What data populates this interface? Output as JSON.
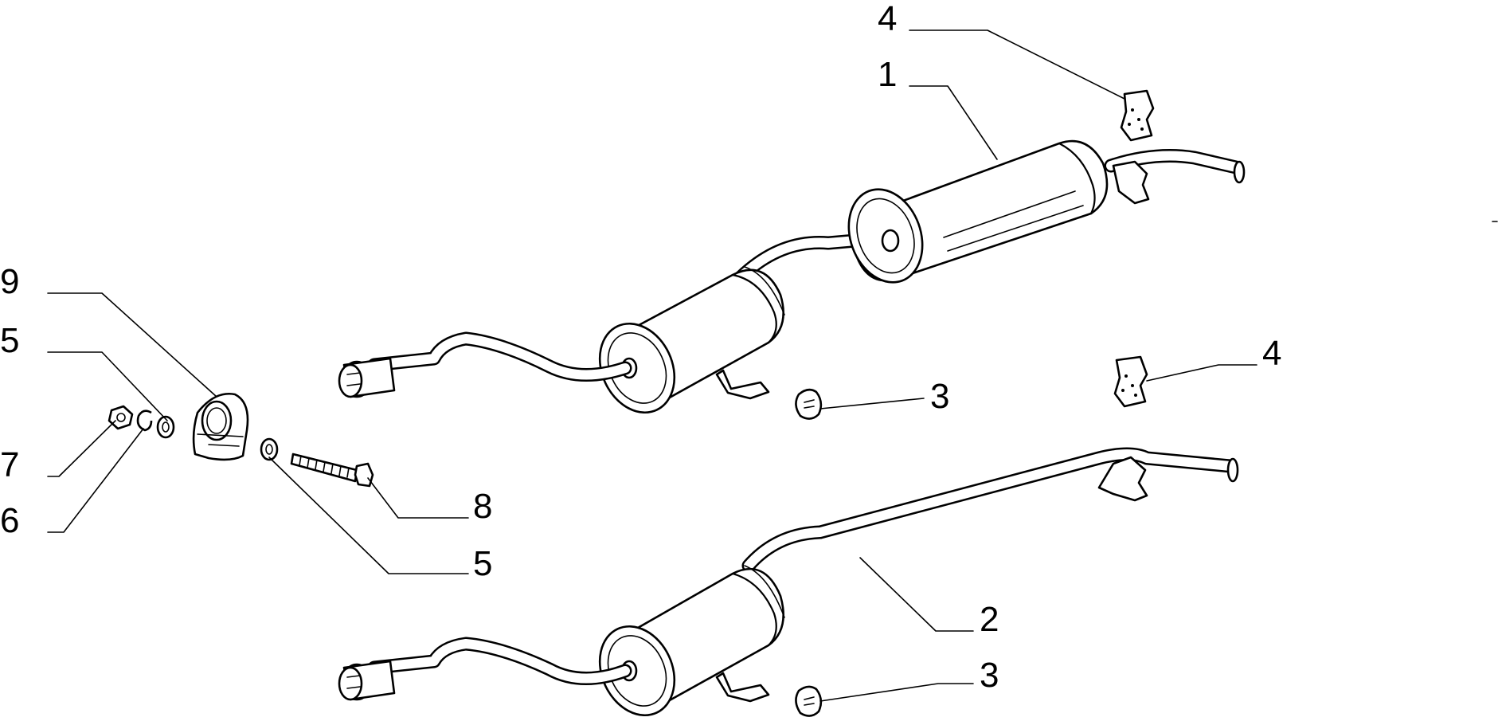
{
  "callouts": {
    "c1": "1",
    "c2": "2",
    "c3a": "3",
    "c3b": "3",
    "c4a": "4",
    "c4b": "4",
    "c5a": "5",
    "c5b": "5",
    "c6": "6",
    "c7": "7",
    "c8": "8",
    "c9": "9"
  }
}
